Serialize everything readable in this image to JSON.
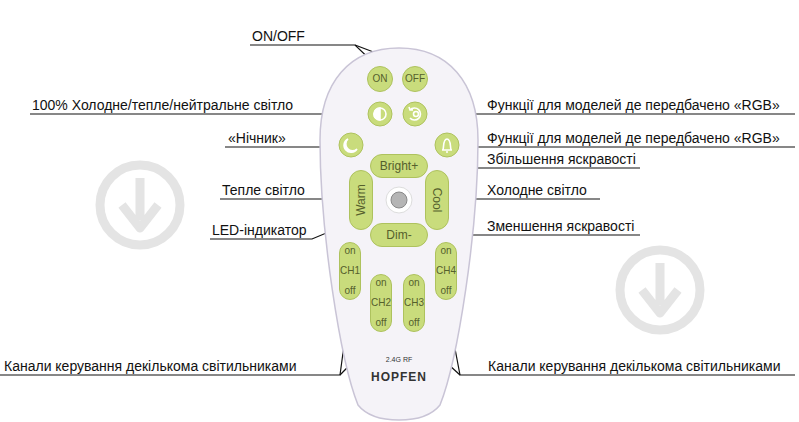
{
  "diagram": {
    "nodes": [
      {
        "text": [
          "2.4G RF",
          "HOPFEN"
        ]
      },
      {
        "text": [
          "ON"
        ],
        "in": 0
      },
      {
        "text": [
          "OFF"
        ],
        "in": 0
      },
      {
        "text": [
          "Bright+"
        ],
        "in": 0
      },
      {
        "text": [
          "Warm"
        ],
        "in": 0
      },
      {
        "text": [
          "Cool"
        ],
        "in": 0
      },
      {
        "text": [
          "Dim-"
        ],
        "in": 0
      },
      {
        "text": [
          "on",
          "CH1",
          "off"
        ],
        "in": 0
      },
      {
        "text": [
          "on",
          "CH2",
          "off"
        ],
        "in": 0
      },
      {
        "text": [
          "on",
          "CH3",
          "off"
        ],
        "in": 0
      },
      {
        "text": [
          "on",
          "CH4",
          "off"
        ],
        "in": 0
      }
    ],
    "labels": [
      "ON/OFF",
      "100% Холодне/тепле/нейтральне світло",
      "«Нічник»",
      "Тепле світло",
      "LED-індикатор",
      "Канали керування декількома світильниками",
      "Функції для моделей де передбачено «RGB»",
      "Функції для моделей де передбачено «RGB»",
      "Збільшення яскравості",
      "Холодне світло",
      "Зменшення яскравості",
      "Канали керування декількома світильниками"
    ]
  }
}
